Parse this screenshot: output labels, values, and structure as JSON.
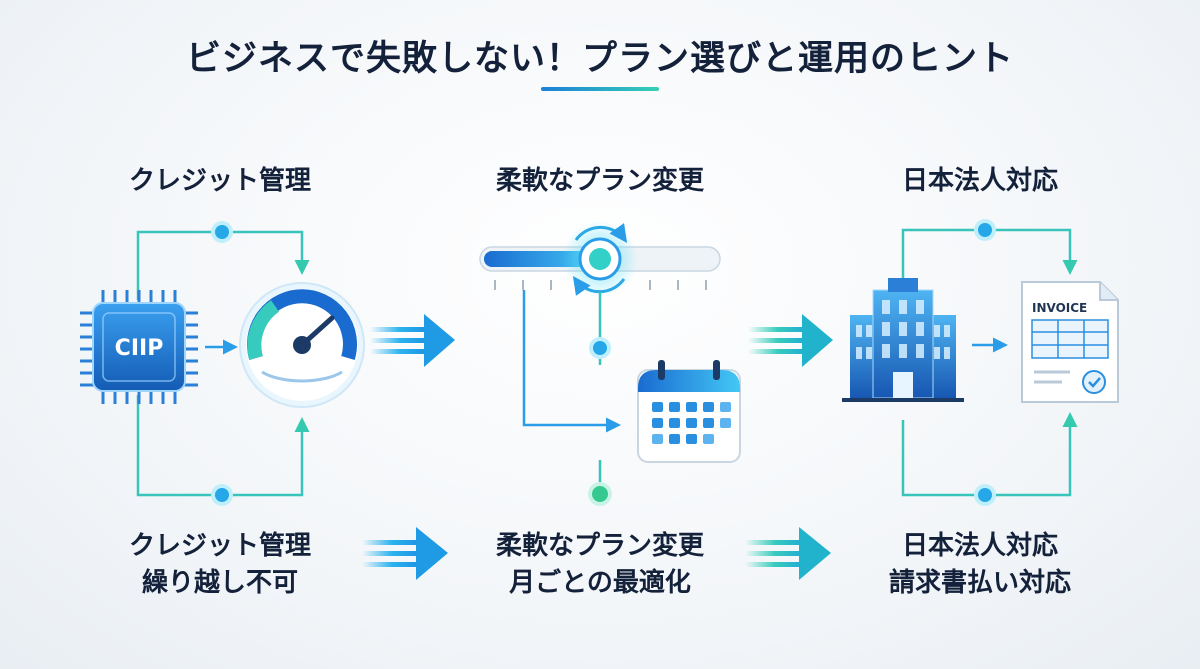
{
  "title": "ビジネスで失敗しない！プラン選びと運用のヒント",
  "columns": [
    {
      "heading": "クレジット管理",
      "icons": [
        "chip-icon",
        "gauge-icon"
      ],
      "chip_label": "CIIP",
      "caption_lines": [
        "クレジット管理",
        "繰り越し不可"
      ]
    },
    {
      "heading": "柔軟なプラン変更",
      "icons": [
        "slider-icon",
        "calendar-icon"
      ],
      "caption_lines": [
        "柔軟なプラン変更",
        "月ごとの最適化"
      ]
    },
    {
      "heading": "日本法人対応",
      "icons": [
        "building-icon",
        "invoice-icon"
      ],
      "invoice_label": "INVOICE",
      "caption_lines": [
        "日本法人対応",
        "請求書払い対応"
      ]
    }
  ],
  "colors": {
    "title_text": "#14213a",
    "accent_blue": "#1b7fd8",
    "accent_teal": "#35d0b5",
    "dark_blue": "#154a9a"
  }
}
